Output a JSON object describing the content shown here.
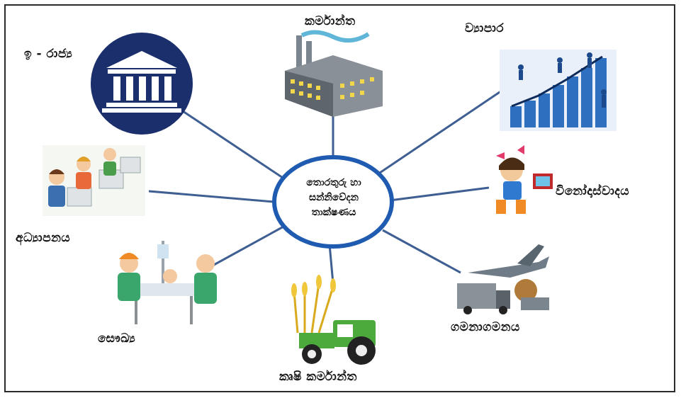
{
  "center": {
    "line1": "තොරතුරු හා",
    "line2": "සන්නිවේදන",
    "line3": "තාක්ෂණය"
  },
  "nodes": {
    "egov": "ඉ - රාජ්‍ය",
    "industry": "කර්මාන්ත",
    "business": "ව්‍යාපාර",
    "entertainment": "විනෝදාස්වාදය",
    "transport": "ගමනාගමනය",
    "agri": "කෘෂි කර්මාන්ත",
    "health": "සෞඛ්‍ය",
    "education": "අධ්‍යාපනය"
  },
  "colors": {
    "spoke": "#3f5f93",
    "hub_border": "#1f5bb0",
    "govt_circle": "#1a2f6b",
    "chart_blue": "#2f6fc0",
    "tractor_green": "#4caa3c",
    "frame": "#2a2a2a"
  },
  "icons": {
    "egov": "government-building-icon",
    "industry": "factory-icon",
    "business": "growth-chart-icon",
    "entertainment": "music-child-icon",
    "transport": "plane-truck-icon",
    "agri": "tractor-wheat-icon",
    "health": "hospital-icon",
    "education": "computer-class-icon"
  }
}
